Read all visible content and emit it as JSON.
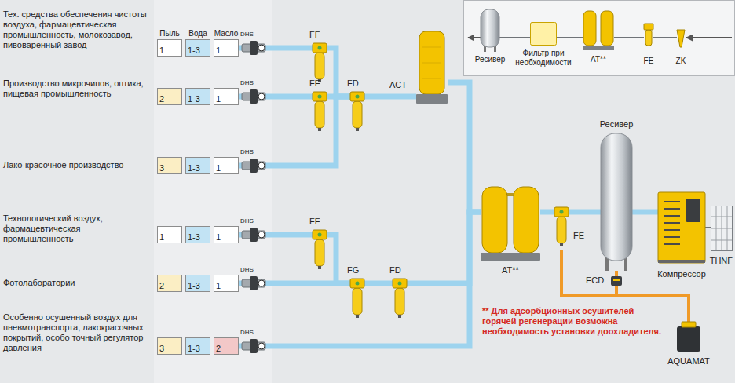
{
  "diagram": {
    "nodes": [
      {
        "text": [
          "1"
        ]
      },
      {
        "text": [
          "1-3"
        ]
      },
      {
        "text": [
          "1"
        ]
      },
      {
        "text": [
          "2"
        ]
      },
      {
        "text": [
          "1-3"
        ]
      },
      {
        "text": [
          "1"
        ]
      },
      {
        "text": [
          "3"
        ]
      },
      {
        "text": [
          "1-3"
        ]
      },
      {
        "text": [
          "1"
        ]
      },
      {
        "text": [
          "1"
        ]
      },
      {
        "text": [
          "1-3"
        ]
      },
      {
        "text": [
          "1"
        ]
      },
      {
        "text": [
          "2"
        ]
      },
      {
        "text": [
          "1-3"
        ]
      },
      {
        "text": [
          "1"
        ]
      },
      {
        "text": [
          "3"
        ]
      },
      {
        "text": [
          "1-3"
        ]
      },
      {
        "text": [
          "2"
        ]
      },
      {
        "text": [
          "DHS"
        ]
      },
      {
        "text": [
          "DHS"
        ]
      },
      {
        "text": [
          "DHS"
        ]
      },
      {
        "text": [
          "DHS"
        ]
      },
      {
        "text": [
          "DHS"
        ]
      },
      {
        "text": [
          "DHS"
        ]
      },
      {
        "text": [
          "FF"
        ]
      },
      {
        "text": [
          "FE"
        ]
      },
      {
        "text": [
          "FD"
        ]
      },
      {
        "text": [
          "ACT"
        ]
      },
      {
        "text": [
          "FF"
        ]
      },
      {
        "text": [
          "FG"
        ]
      },
      {
        "text": [
          "FD"
        ]
      },
      {
        "text": [
          "AT**"
        ]
      },
      {
        "text": [
          "FE"
        ]
      },
      {
        "text": [
          "Ресивер"
        ]
      },
      {
        "text": [
          "ECD"
        ]
      },
      {
        "text": [
          "Компрессор"
        ]
      },
      {
        "text": [
          "THNF"
        ]
      },
      {
        "text": [
          "AQUAMAT"
        ]
      },
      {
        "text": [
          "Ресивер"
        ]
      },
      {
        "text": [
          "Фильтр при необходимости"
        ]
      },
      {
        "text": [
          "AT**"
        ]
      },
      {
        "text": [
          "FE"
        ]
      },
      {
        "text": [
          "ZK"
        ]
      }
    ],
    "edges": [
      {
        "from": 36,
        "to": 35,
        "arrow": "none"
      },
      {
        "from": 35,
        "to": 33,
        "arrow": "none"
      },
      {
        "from": 33,
        "to": 32,
        "arrow": "none"
      },
      {
        "from": 32,
        "to": 31,
        "arrow": "none"
      },
      {
        "from": 33,
        "to": 34,
        "arrow": "none"
      },
      {
        "from": 32,
        "to": 37,
        "arrow": "none"
      },
      {
        "from": 34,
        "to": 37,
        "arrow": "none"
      },
      {
        "from": 31,
        "to": 27,
        "arrow": "none"
      },
      {
        "from": 27,
        "to": 26,
        "arrow": "none"
      },
      {
        "from": 26,
        "to": 25,
        "arrow": "none"
      },
      {
        "from": 26,
        "to": 24,
        "arrow": "none"
      },
      {
        "from": 26,
        "to": 20,
        "arrow": "none"
      },
      {
        "from": 25,
        "to": 19,
        "arrow": "none"
      },
      {
        "from": 24,
        "to": 18,
        "arrow": "none"
      },
      {
        "from": 31,
        "to": 30,
        "arrow": "none"
      },
      {
        "from": 30,
        "to": 29,
        "arrow": "none"
      },
      {
        "from": 29,
        "to": 28,
        "arrow": "none"
      },
      {
        "from": 29,
        "to": 22,
        "arrow": "none"
      },
      {
        "from": 28,
        "to": 21,
        "arrow": "none"
      },
      {
        "from": 31,
        "to": 23,
        "arrow": "none"
      },
      {
        "from": 18,
        "to": 2,
        "arrow": "none"
      },
      {
        "from": 19,
        "to": 5,
        "arrow": "none"
      },
      {
        "from": 20,
        "to": 8,
        "arrow": "none"
      },
      {
        "from": 21,
        "to": 11,
        "arrow": "none"
      },
      {
        "from": 22,
        "to": 14,
        "arrow": "none"
      },
      {
        "from": 23,
        "to": 17,
        "arrow": "none"
      },
      {
        "from": 42,
        "to": 41,
        "arrow": "none"
      },
      {
        "from": 41,
        "to": 40,
        "arrow": "none"
      },
      {
        "from": 40,
        "to": 39,
        "arrow": "none"
      },
      {
        "from": 39,
        "to": 38,
        "arrow": "none"
      }
    ],
    "labels": [
      "Пыль",
      "Вода",
      "Масло",
      "Тех. средства обеспечения чистоты воздуха, фармацевтическая промышленность, молокозавод, пивоваренный завод",
      "Производство микрочипов, оптика, пищевая промышленность",
      "Лако-красочное производство",
      "Технологический воздух, фармацевтическая промышленность",
      "Фотолаборатории",
      "Особенно осушенный воздух для пневмотранспорта, лакокрасочных покрытий, особо точный регулятор давления",
      "** Для адсорбционных осушителей горячей регенерации возможна необходимость установки доохладителя."
    ]
  }
}
